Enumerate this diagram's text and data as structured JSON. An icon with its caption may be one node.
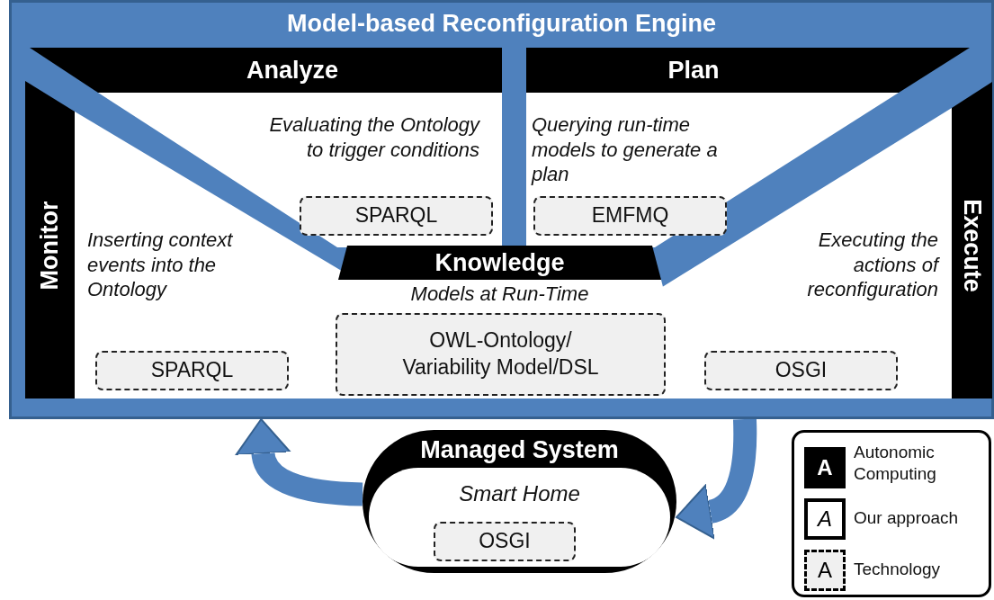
{
  "diagram": {
    "nodes": [
      {
        "text": [
          "Model-based Reconfiguration Engine"
        ]
      },
      {
        "text": [
          "Monitor",
          "Inserting context events into the Ontology"
        ],
        "in": 0
      },
      {
        "text": [
          "SPARQL"
        ],
        "in": 1
      },
      {
        "text": [
          "Analyze",
          "Evaluating the Ontology to trigger conditions"
        ],
        "in": 0
      },
      {
        "text": [
          "SPARQL"
        ],
        "in": 3
      },
      {
        "text": [
          "Plan",
          "Querying run-time models to generate a plan"
        ],
        "in": 0
      },
      {
        "text": [
          "EMFMQ"
        ],
        "in": 5
      },
      {
        "text": [
          "Execute",
          "Executing the actions of reconfiguration"
        ],
        "in": 0
      },
      {
        "text": [
          "OSGI"
        ],
        "in": 7
      },
      {
        "text": [
          "Knowledge",
          "Models at Run-Time"
        ],
        "in": 0
      },
      {
        "text": [
          "OWL-Ontology/ Variability Model/DSL"
        ],
        "in": 9
      },
      {
        "text": [
          "Managed System",
          "Smart Home"
        ]
      },
      {
        "text": [
          "OSGI"
        ],
        "in": 11
      }
    ],
    "edges": [
      {
        "from": 11,
        "to": 0,
        "arrow": "to"
      },
      {
        "from": 0,
        "to": 11,
        "arrow": "to"
      }
    ],
    "labels": [
      "A",
      "A",
      "A"
    ],
    "legend": [
      {
        "text": "Autonomic Computing"
      },
      {
        "text": "Our approach"
      },
      {
        "text": "Technology"
      }
    ]
  }
}
